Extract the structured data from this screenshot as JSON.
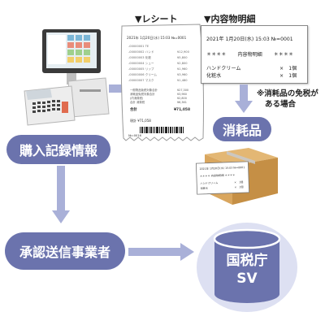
{
  "receipt": {
    "title": "▼レシート",
    "header_date": "2021年 1月20日(水) 15:03 №=0001",
    "items": [
      "ハンドクリーム",
      "化粧水"
    ],
    "hand_cream_price": "¥15,900",
    "number": "№=0016"
  },
  "details": {
    "title": "▼内容物明細",
    "date": "2021年 1月20日(水) 15:03 №=0001",
    "stars_left": "＊＊＊＊",
    "subtitle": "内容物明細",
    "stars_right": "＊＊＊＊",
    "items": [
      {
        "name": "ハンドクリーム",
        "qty": "×　1個"
      },
      {
        "name": "化粧水",
        "qty": "×　1個"
      }
    ]
  },
  "note": {
    "line1": "※消耗品の免税が",
    "line2": "ある場合"
  },
  "consumables_label": "消耗品",
  "purchase_record_label": "購入記録情報",
  "sender_label": "承認送信事業者",
  "tax_agency": {
    "line1": "国税庁",
    "line2": "SV"
  },
  "colors": {
    "pill": "#6b73ad",
    "arrow": "#a9b0d8",
    "cylinder": "#6b73ad",
    "box": "#c9974f"
  }
}
